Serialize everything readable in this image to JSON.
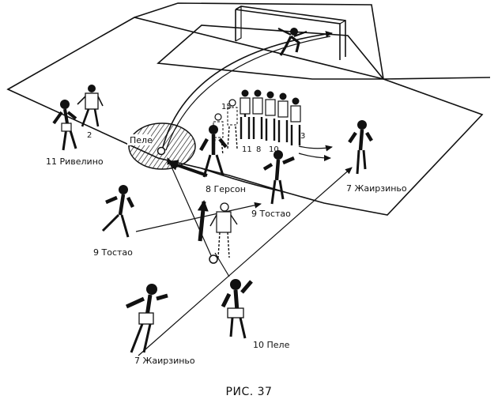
{
  "caption": "РИС. 37",
  "labels": {
    "pele_zone": "Пеле",
    "rivelino": "11 Ривелино",
    "gerson": "8 Герсон",
    "tostao_right": "9 Тостао",
    "tostao_left": "9 Тостао",
    "jairzinho_right": "7 Жаирзиньо",
    "jairzinho_bottom": "7 Жаирзиньо",
    "pele_bottom": "10 Пеле"
  },
  "wall_numbers": [
    "15",
    "11",
    "8",
    "10",
    "3",
    "2"
  ],
  "colors": {
    "ink": "#111111",
    "paper": "#ffffff"
  }
}
